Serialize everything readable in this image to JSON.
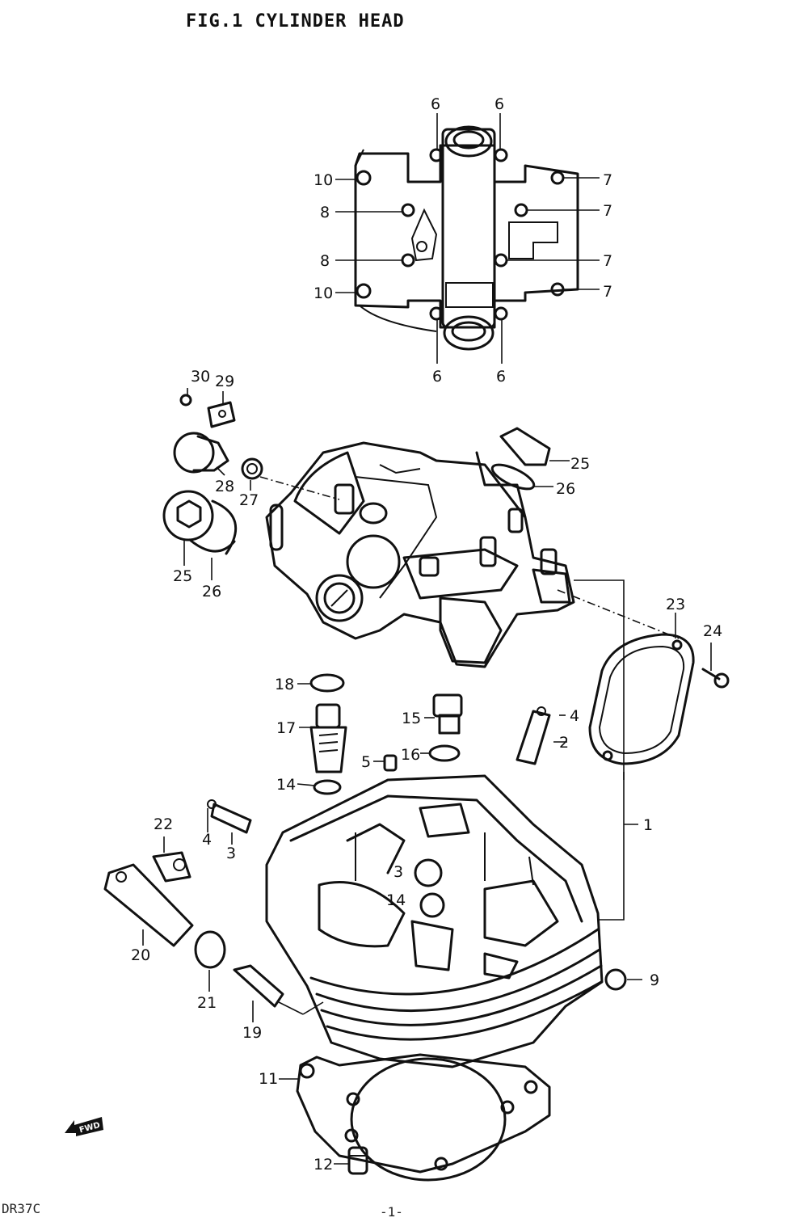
{
  "page": {
    "title": "FIG.1  CYLINDER HEAD",
    "corner_code": "DR37C",
    "page_number": "-1-",
    "fwd_label": "FWD"
  },
  "callouts": [
    {
      "id": "c6a",
      "text": "6"
    },
    {
      "id": "c6b",
      "text": "6"
    },
    {
      "id": "c6c",
      "text": "6"
    },
    {
      "id": "c6d",
      "text": "6"
    },
    {
      "id": "c10a",
      "text": "10"
    },
    {
      "id": "c10b",
      "text": "10"
    },
    {
      "id": "c8a",
      "text": "8"
    },
    {
      "id": "c8b",
      "text": "8"
    },
    {
      "id": "c7a",
      "text": "7"
    },
    {
      "id": "c7b",
      "text": "7"
    },
    {
      "id": "c7c",
      "text": "7"
    },
    {
      "id": "c7d",
      "text": "7"
    },
    {
      "id": "c30",
      "text": "30"
    },
    {
      "id": "c29",
      "text": "29"
    },
    {
      "id": "c28",
      "text": "28"
    },
    {
      "id": "c27",
      "text": "27"
    },
    {
      "id": "c25a",
      "text": "25"
    },
    {
      "id": "c26a",
      "text": "26"
    },
    {
      "id": "c25b",
      "text": "25"
    },
    {
      "id": "c26b",
      "text": "26"
    },
    {
      "id": "c23",
      "text": "23"
    },
    {
      "id": "c24",
      "text": "24"
    },
    {
      "id": "c18",
      "text": "18"
    },
    {
      "id": "c17",
      "text": "17"
    },
    {
      "id": "c15",
      "text": "15"
    },
    {
      "id": "c4a",
      "text": "4"
    },
    {
      "id": "c2",
      "text": "2"
    },
    {
      "id": "c5",
      "text": "5"
    },
    {
      "id": "c16",
      "text": "16"
    },
    {
      "id": "c14a",
      "text": "14"
    },
    {
      "id": "c22",
      "text": "22"
    },
    {
      "id": "c4b",
      "text": "4"
    },
    {
      "id": "c3a",
      "text": "3"
    },
    {
      "id": "c1",
      "text": "1"
    },
    {
      "id": "c3b",
      "text": "3"
    },
    {
      "id": "c14b",
      "text": "14"
    },
    {
      "id": "c20",
      "text": "20"
    },
    {
      "id": "c21",
      "text": "21"
    },
    {
      "id": "c9",
      "text": "9"
    },
    {
      "id": "c19",
      "text": "19"
    },
    {
      "id": "c11",
      "text": "11"
    },
    {
      "id": "c12",
      "text": "12"
    }
  ]
}
